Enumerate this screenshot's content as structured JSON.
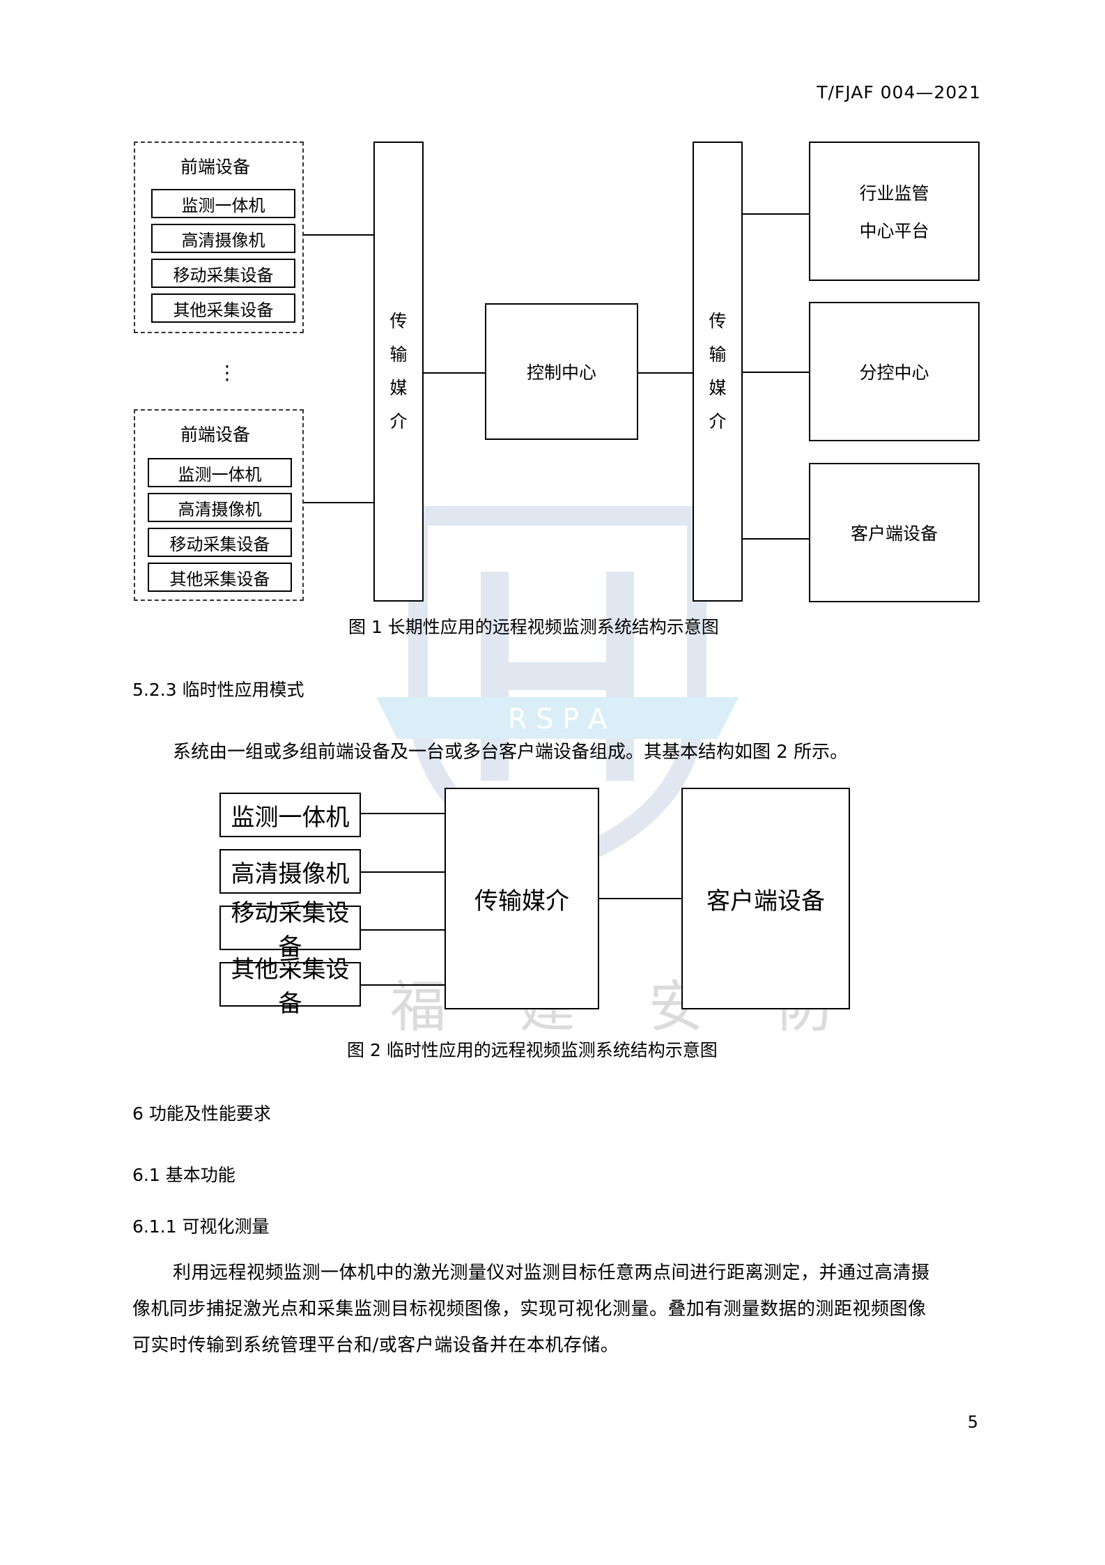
{
  "header": {
    "doc_code": "T/FJAF 004—2021"
  },
  "figure1": {
    "front_group_title": "前端设备",
    "front_items": [
      "监测一体机",
      "高清摄像机",
      "移动采集设备",
      "其他采集设备"
    ],
    "ellipsis": "⋮",
    "medium_chars": [
      "传",
      "输",
      "媒",
      "介"
    ],
    "control_center": "控制中心",
    "right_boxes": {
      "industry_line1": "行业监管",
      "industry_line2": "中心平台",
      "sub_control": "分控中心",
      "client": "客户端设备"
    },
    "caption": "图 1  长期性应用的远程视频监测系统结构示意图"
  },
  "section_523": {
    "heading": "5.2.3  临时性应用模式",
    "text": "系统由一组或多组前端设备及一台或多台客户端设备组成。其基本结构如图 2 所示。"
  },
  "figure2": {
    "items": [
      "监测一体机",
      "高清摄像机",
      "移动采集设备",
      "其他采集设备"
    ],
    "medium": "传输媒介",
    "client": "客户端设备",
    "caption": "图 2  临时性应用的远程视频监测系统结构示意图"
  },
  "section_6": {
    "heading": "6   功能及性能要求"
  },
  "section_61": {
    "heading": "6.1  基本功能"
  },
  "section_611": {
    "heading": "6.1.1  可视化测量",
    "line1": "利用远程视频监测一体机中的激光测量仪对监测目标任意两点间进行距离测定，并通过高清摄",
    "line2": "像机同步捕捉激光点和采集监测目标视频图像，实现可视化测量。叠加有测量数据的测距视频图像",
    "line3": "可实时传输到系统管理平台和/或客户端设备并在本机存储。"
  },
  "watermark": {
    "letters": "R S P A",
    "chinese": "福 建 安 防"
  },
  "page_number": "5"
}
